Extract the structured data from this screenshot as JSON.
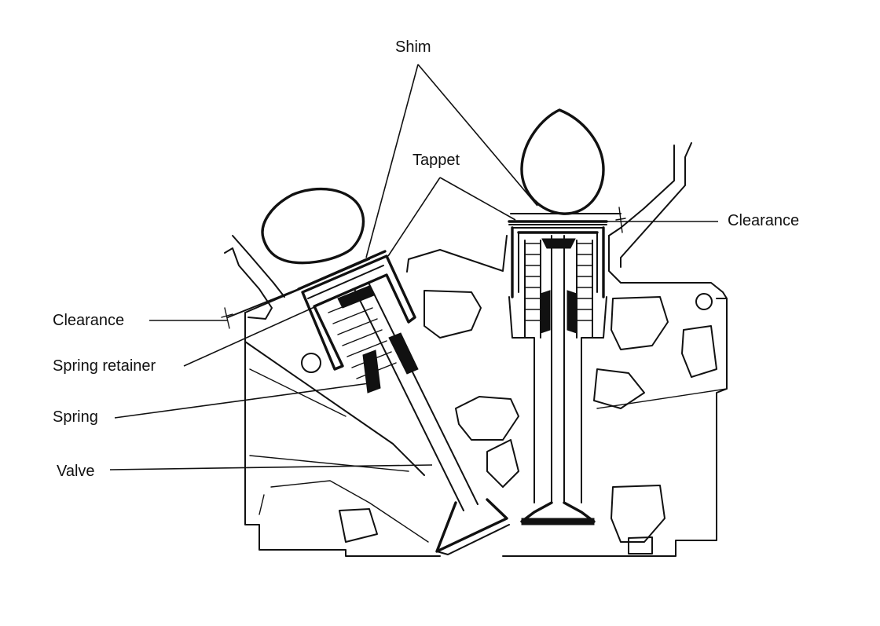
{
  "labels": {
    "shim": "Shim",
    "tappet": "Tappet",
    "clearance_right": "Clearance",
    "clearance_left": "Clearance",
    "spring_retainer": "Spring retainer",
    "spring": "Spring",
    "valve": "Valve"
  },
  "colors": {
    "ink": "#111111",
    "background": "#ffffff"
  }
}
